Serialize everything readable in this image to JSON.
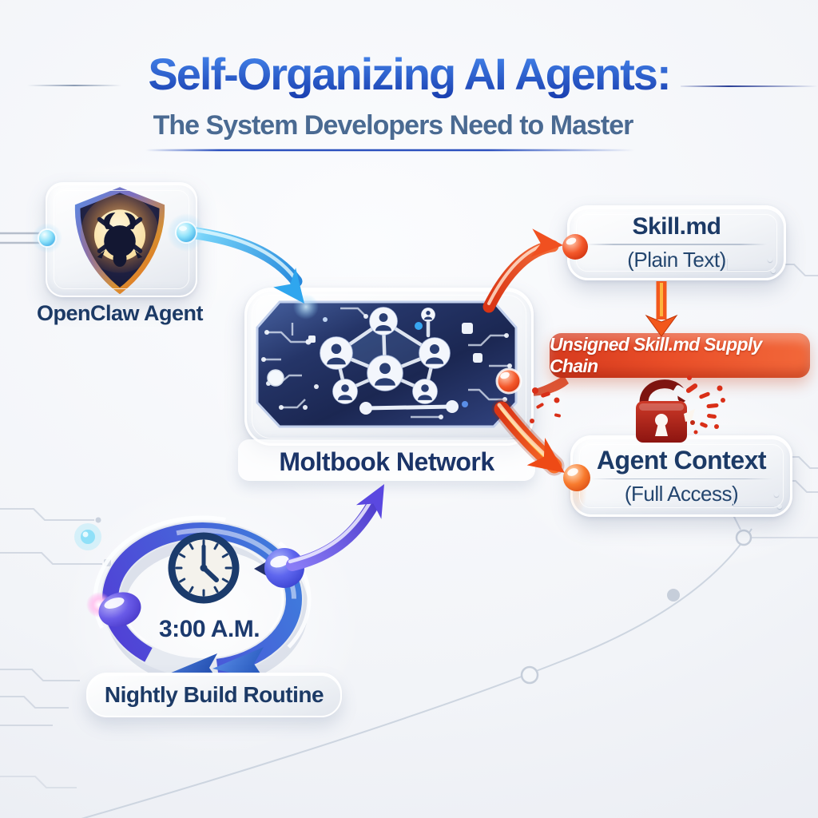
{
  "header": {
    "title": "Self-Organizing AI Agents:",
    "subtitle": "The System Developers Need to Master"
  },
  "nodes": {
    "openclaw_agent": {
      "label": "OpenClaw Agent",
      "icon": "shield-claw-icon"
    },
    "moltbook_network": {
      "label": "Moltbook Network",
      "icon": "avatar-network-chip-icon"
    },
    "skill_md": {
      "title": "Skill.md",
      "subtitle": "(Plain Text)"
    },
    "supply_chain_banner": {
      "label": "Unsigned Skill.md Supply Chain"
    },
    "broken_lock": {
      "icon": "broken-lock-icon"
    },
    "agent_context": {
      "title": "Agent Context",
      "subtitle": "(Full Access)"
    },
    "nightly_build": {
      "time": "3:00 A.M.",
      "label": "Nightly Build Routine",
      "clock_icon": "clock-icon",
      "cycle_icon": "refresh-cycle-icon"
    }
  },
  "arrows": {
    "agent_to_network": {
      "from": "OpenClaw Agent",
      "to": "Moltbook Network",
      "color": "#1E8FE0",
      "icon": "blue-curved-arrow"
    },
    "network_to_skill": {
      "from": "Moltbook Network",
      "to": "Skill.md",
      "color": "#E8431C",
      "icon": "red-curved-arrow"
    },
    "skill_to_banner": {
      "from": "Skill.md",
      "to": "Unsigned Skill.md Supply Chain",
      "color": "#F2581C",
      "icon": "orange-down-arrow"
    },
    "network_to_context": {
      "from": "Moltbook Network",
      "to": "Agent Context",
      "color": "#E8431C",
      "icon": "red-curved-arrow"
    },
    "nightly_to_network": {
      "from": "Nightly Build Routine",
      "to": "Moltbook Network",
      "color": "#5B48DC",
      "icon": "purple-curved-arrow"
    }
  },
  "colors": {
    "title_blue": "#2B5AC8",
    "subtitle_slate": "#4A6A92",
    "label_navy": "#1C3A66",
    "arrow_blue": "#1E8FE0",
    "arrow_purple": "#5B48DC",
    "arrow_red": "#E8431C",
    "banner_red_left": "#D63A1E",
    "banner_red_right": "#F2683A",
    "lock_red": "#9E1A14",
    "chip_navy": "#22325F"
  }
}
